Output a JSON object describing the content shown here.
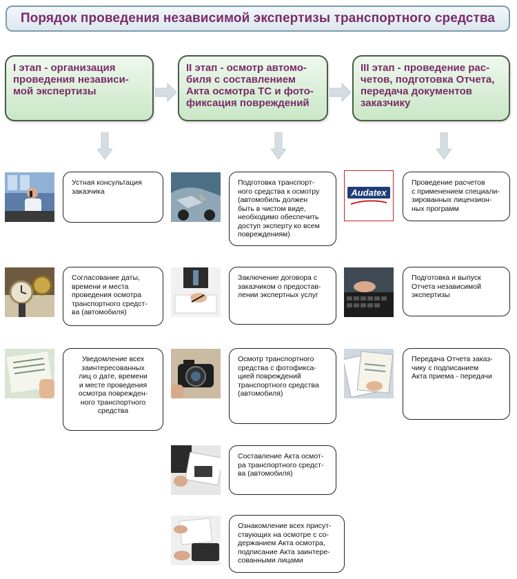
{
  "title": "Порядок проведения независимой экспертизы транспортного средства",
  "stages": [
    {
      "lines": [
        "I этап - организация",
        "проведения независи-",
        "мой экспертизы"
      ]
    },
    {
      "lines": [
        "II этап - осмотр автомо-",
        "биля с составлением",
        "Акта осмотра ТС и фото-",
        "фиксация повреждений"
      ]
    },
    {
      "lines": [
        "III этап - проведение рас-",
        "четов, подготовка Отчета,",
        "передача документов",
        "заказчику"
      ]
    }
  ],
  "column1": [
    {
      "photo_icon": "phone-consultation-photo-icon",
      "lines": [
        "Устная консультация",
        "заказчика"
      ]
    },
    {
      "photo_icon": "watch-calendar-photo-icon",
      "lines": [
        "Согласование даты,",
        "времени и места",
        "проведения осмотра",
        "транспортного средст-",
        "ва (автомобиля)"
      ]
    },
    {
      "photo_icon": "notice-document-photo-icon",
      "lines": [
        "Уведомление всех",
        "заинтересованных",
        "лиц о дате, времени",
        "и месте проведения",
        "осмотра поврежден-",
        "ного транспортного",
        "средства"
      ]
    }
  ],
  "column2": [
    {
      "photo_icon": "damaged-car-photo-icon",
      "lines": [
        "Подготовка транспорт-",
        "ного средства к осмотру",
        "(автомобиль должен",
        "быть в чистом виде,",
        "необходимо обеспечить",
        "доступ эксперту ко всем",
        "повреждениям)"
      ]
    },
    {
      "photo_icon": "contract-signing-photo-icon",
      "lines": [
        "Заключение договора с",
        "заказчиком о предостав-",
        "лении экспертных услуг"
      ]
    },
    {
      "photo_icon": "camera-photo-icon",
      "lines": [
        "Осмотр транспортного",
        "средства с фотофикса-",
        "цией повреждений",
        "транспортного средства",
        "(автомобиля)"
      ]
    },
    {
      "photo_icon": "act-drafting-photo-icon",
      "lines": [
        "Составление Акта осмот-",
        "ра транспортного средст-",
        "ва (автомобиля)"
      ]
    },
    {
      "photo_icon": "act-signing-photo-icon",
      "lines": [
        "Ознакомление всех присут-",
        "ствующих на осмотре с со-",
        "держанием Акта осмотра,",
        "подписание Акта заинтере-",
        "сованными лицами"
      ]
    }
  ],
  "column3": [
    {
      "logo_text": "Audatex",
      "lines": [
        "Проведение расчетов",
        "с применением специали-",
        "зированных лицензион-",
        "ных программ"
      ]
    },
    {
      "photo_icon": "keyboard-report-photo-icon",
      "lines": [
        "Подготовка и выпуск",
        "Отчета независимой",
        "экспертизы"
      ]
    },
    {
      "photo_icon": "document-handover-photo-icon",
      "lines": [
        "Передача Отчета заказ-",
        "чику с подписанием",
        "Акта приема - передачи"
      ]
    }
  ],
  "colors": {
    "title_text": "#7a2b68",
    "stage_fill": "#c9e7c6",
    "arrow": "#d4dde2",
    "logo_border": "#cc2222",
    "logo_fill": "#1f3d7a"
  }
}
